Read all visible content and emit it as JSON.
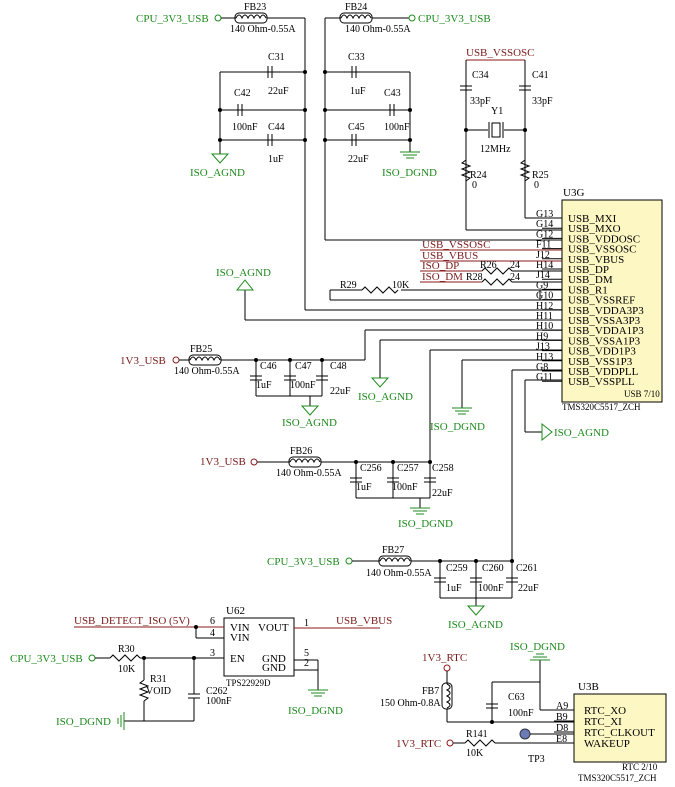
{
  "nets": {
    "cpu_3v3_usb": "CPU_3V3_USB",
    "v1_usb": "1V3_USB",
    "v1_rtc": "1V3_RTC",
    "iso_agnd": "ISO_AGND",
    "iso_dgnd": "ISO_DGND",
    "usb_vssosc": "USB_VSSOSC",
    "usb_vbus": "USB_VBUS",
    "iso_dp": "ISO_DP",
    "iso_dm": "ISO_DM",
    "usb_detect": "USB_DETECT_ISO (5V)"
  },
  "components": {
    "fb23": {
      "ref": "FB23",
      "value": "140 Ohm-0.55A"
    },
    "fb24": {
      "ref": "FB24",
      "value": "140 Ohm-0.55A"
    },
    "fb25": {
      "ref": "FB25",
      "value": "140 Ohm-0.55A"
    },
    "fb26": {
      "ref": "FB26",
      "value": "140 Ohm-0.55A"
    },
    "fb27": {
      "ref": "FB27",
      "value": "140 Ohm-0.55A"
    },
    "fb7": {
      "ref": "FB7",
      "value": "150 Ohm-0.8A"
    },
    "c31": {
      "ref": "C31",
      "value": "22uF"
    },
    "c42": {
      "ref": "C42",
      "value": "100nF"
    },
    "c44": {
      "ref": "C44",
      "value": "1uF"
    },
    "c33": {
      "ref": "C33",
      "value": "1uF"
    },
    "c43": {
      "ref": "C43",
      "value": "100nF"
    },
    "c45": {
      "ref": "C45",
      "value": "22uF"
    },
    "c34": {
      "ref": "C34",
      "value": "33pF"
    },
    "c41": {
      "ref": "C41",
      "value": "33pF"
    },
    "y1": {
      "ref": "Y1",
      "value": "12MHz"
    },
    "r24": {
      "ref": "R24",
      "value": "0"
    },
    "r25": {
      "ref": "R25",
      "value": "0"
    },
    "r26": {
      "ref": "R26",
      "value": "24"
    },
    "r28": {
      "ref": "R28",
      "value": "24"
    },
    "r29": {
      "ref": "R29",
      "value": "10K"
    },
    "c46": {
      "ref": "C46",
      "value": "1uF"
    },
    "c47": {
      "ref": "C47",
      "value": "100nF"
    },
    "c48": {
      "ref": "C48",
      "value": "22uF"
    },
    "c256": {
      "ref": "C256",
      "value": "1uF"
    },
    "c257": {
      "ref": "C257",
      "value": "100nF"
    },
    "c258": {
      "ref": "C258",
      "value": "22uF"
    },
    "c259": {
      "ref": "C259",
      "value": "1uF"
    },
    "c260": {
      "ref": "C260",
      "value": "100nF"
    },
    "c261": {
      "ref": "C261",
      "value": "22uF"
    },
    "r30": {
      "ref": "R30",
      "value": "10K"
    },
    "r31": {
      "ref": "R31",
      "value": "VOID"
    },
    "c262": {
      "ref": "C262",
      "value": "100nF"
    },
    "c63": {
      "ref": "C63",
      "value": "100nF"
    },
    "r141": {
      "ref": "R141",
      "value": "10K"
    },
    "tp3": {
      "ref": "TP3"
    }
  },
  "u3g": {
    "ref": "U3G",
    "part": "TMS320C5517_ZCH",
    "unit": "USB 7/10",
    "pins": [
      {
        "num": "G13",
        "name": "USB_MXI"
      },
      {
        "num": "G14",
        "name": "USB_MXO"
      },
      {
        "num": "G12",
        "name": "USB_VDDOSC"
      },
      {
        "num": "F11",
        "name": "USB_VSSOSC"
      },
      {
        "num": "J12",
        "name": "USB_VBUS"
      },
      {
        "num": "H14",
        "name": "USB_DP"
      },
      {
        "num": "J14",
        "name": "USB_DM"
      },
      {
        "num": "G9",
        "name": "USB_R1"
      },
      {
        "num": "G10",
        "name": "USB_VSSREF"
      },
      {
        "num": "H12",
        "name": "USB_VDDA3P3"
      },
      {
        "num": "H11",
        "name": "USB_VSSA3P3"
      },
      {
        "num": "H10",
        "name": "USB_VDDA1P3"
      },
      {
        "num": "H9",
        "name": "USB_VSSA1P3"
      },
      {
        "num": "J13",
        "name": "USB_VDD1P3"
      },
      {
        "num": "H13",
        "name": "USB_VSS1P3"
      },
      {
        "num": "G8",
        "name": "USB_VDDPLL"
      },
      {
        "num": "G11",
        "name": "USB_VSSPLL"
      }
    ]
  },
  "u62": {
    "ref": "U62",
    "part": "TPS22929D",
    "pins": [
      {
        "num": "6",
        "name": "VIN"
      },
      {
        "num": "4",
        "name": "VIN"
      },
      {
        "num": "3",
        "name": "EN"
      },
      {
        "num": "1",
        "name": "VOUT"
      },
      {
        "num": "5",
        "name": "GND"
      },
      {
        "num": "2",
        "name": "GND"
      }
    ]
  },
  "u3b": {
    "ref": "U3B",
    "part": "TMS320C5517_ZCH",
    "unit": "RTC 2/10",
    "pins": [
      {
        "num": "A9",
        "name": "RTC_XO"
      },
      {
        "num": "B9",
        "name": "RTC_XI"
      },
      {
        "num": "D8",
        "name": "RTC_CLKOUT"
      },
      {
        "num": "E8",
        "name": "WAKEUP"
      }
    ]
  },
  "colors": {
    "wire": "#000000",
    "power_net": "#1d8a1d",
    "signal_net": "#8b1a1a",
    "chip_fill": "#fcf7c3"
  }
}
